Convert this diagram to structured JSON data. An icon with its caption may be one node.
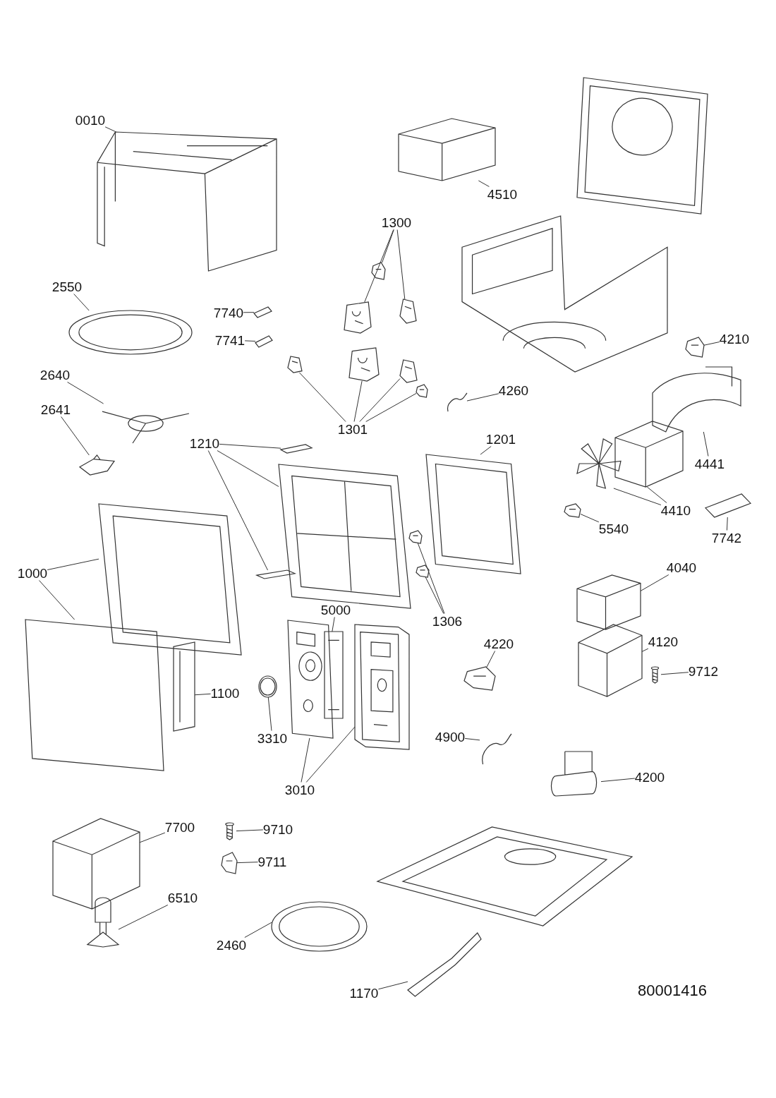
{
  "diagram": {
    "nodes": [
      {
        "text": [
          "0010"
        ]
      },
      {
        "text": [],
        "shape": "picture"
      },
      {
        "text": [],
        "shape": "picture"
      },
      {
        "text": [],
        "shape": "picture"
      },
      {
        "text": [
          "4510"
        ]
      },
      {
        "text": [
          "1300"
        ]
      },
      {
        "text": [],
        "shape": "picture"
      },
      {
        "text": [],
        "shape": "picture"
      },
      {
        "text": [],
        "shape": "picture"
      },
      {
        "text": [],
        "shape": "picture"
      },
      {
        "text": [
          "2550"
        ]
      },
      {
        "text": [],
        "shape": "picture"
      },
      {
        "text": [
          "7740"
        ]
      },
      {
        "text": [],
        "shape": "picture"
      },
      {
        "text": [
          "4210"
        ]
      },
      {
        "text": [],
        "shape": "picture"
      },
      {
        "text": [
          "7741"
        ]
      },
      {
        "text": [],
        "shape": "picture"
      },
      {
        "text": [],
        "shape": "picture"
      },
      {
        "text": [],
        "shape": "picture"
      },
      {
        "text": [],
        "shape": "picture"
      },
      {
        "text": [],
        "shape": "picture"
      },
      {
        "text": [
          "2640"
        ]
      },
      {
        "text": [
          "4260"
        ]
      },
      {
        "text": [],
        "shape": "picture"
      },
      {
        "text": [],
        "shape": "picture"
      },
      {
        "text": [
          "2641"
        ]
      },
      {
        "text": [
          "1301"
        ]
      },
      {
        "text": [],
        "shape": "picture"
      },
      {
        "text": [
          "1210"
        ]
      },
      {
        "text": [],
        "shape": "picture"
      },
      {
        "text": [
          "1201"
        ]
      },
      {
        "text": [],
        "shape": "picture"
      },
      {
        "text": [],
        "shape": "picture"
      },
      {
        "text": [],
        "shape": "picture"
      },
      {
        "text": [
          "4441"
        ]
      },
      {
        "text": [],
        "shape": "picture"
      },
      {
        "text": [],
        "shape": "picture"
      },
      {
        "text": [],
        "shape": "picture"
      },
      {
        "text": [],
        "shape": "picture"
      },
      {
        "text": [],
        "shape": "picture"
      },
      {
        "text": [
          "4410"
        ]
      },
      {
        "text": [
          "5540"
        ]
      },
      {
        "text": [],
        "shape": "picture"
      },
      {
        "text": [
          "7742"
        ]
      },
      {
        "text": [],
        "shape": "picture"
      },
      {
        "text": [
          "4040"
        ]
      },
      {
        "text": [],
        "shape": "picture"
      },
      {
        "text": [
          "1000"
        ]
      },
      {
        "text": [],
        "shape": "picture"
      },
      {
        "text": [
          "5000"
        ]
      },
      {
        "text": [],
        "shape": "picture"
      },
      {
        "text": [],
        "shape": "picture"
      },
      {
        "text": [],
        "shape": "picture"
      },
      {
        "text": [
          "1306"
        ]
      },
      {
        "text": [],
        "shape": "picture"
      },
      {
        "text": [],
        "shape": "picture"
      },
      {
        "text": [
          "4120"
        ]
      },
      {
        "text": [
          "4220"
        ]
      },
      {
        "text": [],
        "shape": "picture"
      },
      {
        "text": [],
        "shape": "picture"
      },
      {
        "text": [
          "9712"
        ]
      },
      {
        "text": [],
        "shape": "picture"
      },
      {
        "text": [],
        "shape": "picture"
      },
      {
        "text": [
          "1100"
        ]
      },
      {
        "text": [
          "3310"
        ]
      },
      {
        "text": [
          "4900"
        ]
      },
      {
        "text": [],
        "shape": "picture"
      },
      {
        "text": [],
        "shape": "picture"
      },
      {
        "text": [
          "4200"
        ]
      },
      {
        "text": [
          "3010"
        ]
      },
      {
        "text": [],
        "shape": "picture"
      },
      {
        "text": [
          "7700"
        ]
      },
      {
        "text": [],
        "shape": "picture"
      },
      {
        "text": [
          "9710"
        ]
      },
      {
        "text": [],
        "shape": "picture"
      },
      {
        "text": [],
        "shape": "picture"
      },
      {
        "text": [
          "9711"
        ]
      },
      {
        "text": [
          "6510"
        ]
      },
      {
        "text": [],
        "shape": "picture"
      },
      {
        "text": [],
        "shape": "picture"
      },
      {
        "text": [
          "2460"
        ]
      },
      {
        "text": [],
        "shape": "picture"
      },
      {
        "text": [
          "1170"
        ]
      }
    ],
    "edges": [
      {
        "from": 0,
        "to": 1,
        "arrow": "none"
      },
      {
        "from": 4,
        "to": 3,
        "arrow": "none"
      },
      {
        "from": 5,
        "to": 6,
        "arrow": "none"
      },
      {
        "from": 5,
        "to": 7,
        "arrow": "none"
      },
      {
        "from": 5,
        "to": 8,
        "arrow": "none"
      },
      {
        "from": 10,
        "to": 11,
        "arrow": "none"
      },
      {
        "from": 12,
        "to": 13,
        "arrow": "none"
      },
      {
        "from": 16,
        "to": 17,
        "arrow": "none"
      },
      {
        "from": 14,
        "to": 15,
        "arrow": "none"
      },
      {
        "from": 27,
        "to": 18,
        "arrow": "none"
      },
      {
        "from": 27,
        "to": 19,
        "arrow": "none"
      },
      {
        "from": 27,
        "to": 20,
        "arrow": "none"
      },
      {
        "from": 27,
        "to": 21,
        "arrow": "none"
      },
      {
        "from": 23,
        "to": 24,
        "arrow": "none"
      },
      {
        "from": 22,
        "to": 25,
        "arrow": "none"
      },
      {
        "from": 26,
        "to": 34,
        "arrow": "none"
      },
      {
        "from": 35,
        "to": 28,
        "arrow": "none"
      },
      {
        "from": 29,
        "to": 30,
        "arrow": "none"
      },
      {
        "from": 29,
        "to": 37,
        "arrow": "none"
      },
      {
        "from": 29,
        "to": 47,
        "arrow": "none"
      },
      {
        "from": 31,
        "to": 36,
        "arrow": "none"
      },
      {
        "from": 41,
        "to": 33,
        "arrow": "none"
      },
      {
        "from": 41,
        "to": 32,
        "arrow": "none"
      },
      {
        "from": 42,
        "to": 40,
        "arrow": "none"
      },
      {
        "from": 44,
        "to": 39,
        "arrow": "none"
      },
      {
        "from": 48,
        "to": 38,
        "arrow": "none"
      },
      {
        "from": 48,
        "to": 55,
        "arrow": "none"
      },
      {
        "from": 54,
        "to": 43,
        "arrow": "none"
      },
      {
        "from": 54,
        "to": 45,
        "arrow": "none"
      },
      {
        "from": 50,
        "to": 53,
        "arrow": "none"
      },
      {
        "from": 46,
        "to": 49,
        "arrow": "none"
      },
      {
        "from": 57,
        "to": 56,
        "arrow": "none"
      },
      {
        "from": 61,
        "to": 62,
        "arrow": "none"
      },
      {
        "from": 58,
        "to": 60,
        "arrow": "none"
      },
      {
        "from": 64,
        "to": 59,
        "arrow": "none"
      },
      {
        "from": 65,
        "to": 63,
        "arrow": "none"
      },
      {
        "from": 70,
        "to": 51,
        "arrow": "none"
      },
      {
        "from": 70,
        "to": 52,
        "arrow": "none"
      },
      {
        "from": 66,
        "to": 67,
        "arrow": "none"
      },
      {
        "from": 69,
        "to": 68,
        "arrow": "none"
      },
      {
        "from": 72,
        "to": 71,
        "arrow": "none"
      },
      {
        "from": 74,
        "to": 73,
        "arrow": "none"
      },
      {
        "from": 77,
        "to": 76,
        "arrow": "none"
      },
      {
        "from": 78,
        "to": 79,
        "arrow": "none"
      },
      {
        "from": 81,
        "to": 80,
        "arrow": "none"
      },
      {
        "from": 83,
        "to": 82,
        "arrow": "none"
      }
    ],
    "labels": [
      "80001416"
    ]
  }
}
